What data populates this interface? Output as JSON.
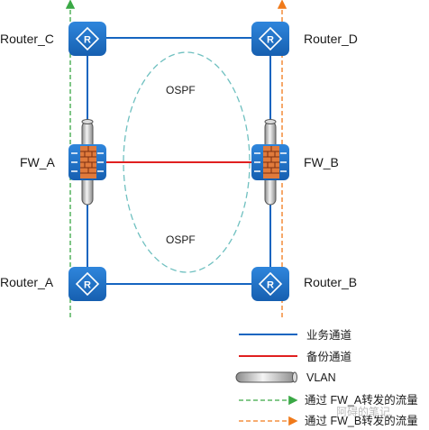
{
  "nodes": {
    "router_c": {
      "label": "Router_C"
    },
    "router_d": {
      "label": "Router_D"
    },
    "fw_a": {
      "label": "FW_A"
    },
    "fw_b": {
      "label": "FW_B"
    },
    "router_a": {
      "label": "Router_A"
    },
    "router_b": {
      "label": "Router_B"
    }
  },
  "areas": {
    "ospf_top": "OSPF",
    "ospf_bottom": "OSPF"
  },
  "legend": {
    "service_channel": "业务通道",
    "backup_channel": "备份通道",
    "vlan": "VLAN",
    "flow_fw_a": "通过 FW_A转发的流量",
    "flow_fw_b": "通过 FW_B转发的流量"
  },
  "watermark": "阿碍的笔记",
  "colors": {
    "device_blue": "#1a6fc4",
    "link_blue": "#1565c0",
    "backup_red": "#e02020",
    "flow_green": "#3aa845",
    "flow_orange": "#f07a1a",
    "ospf_ring": "#6fc0c0",
    "firewall_brick": "#e07a3c"
  }
}
